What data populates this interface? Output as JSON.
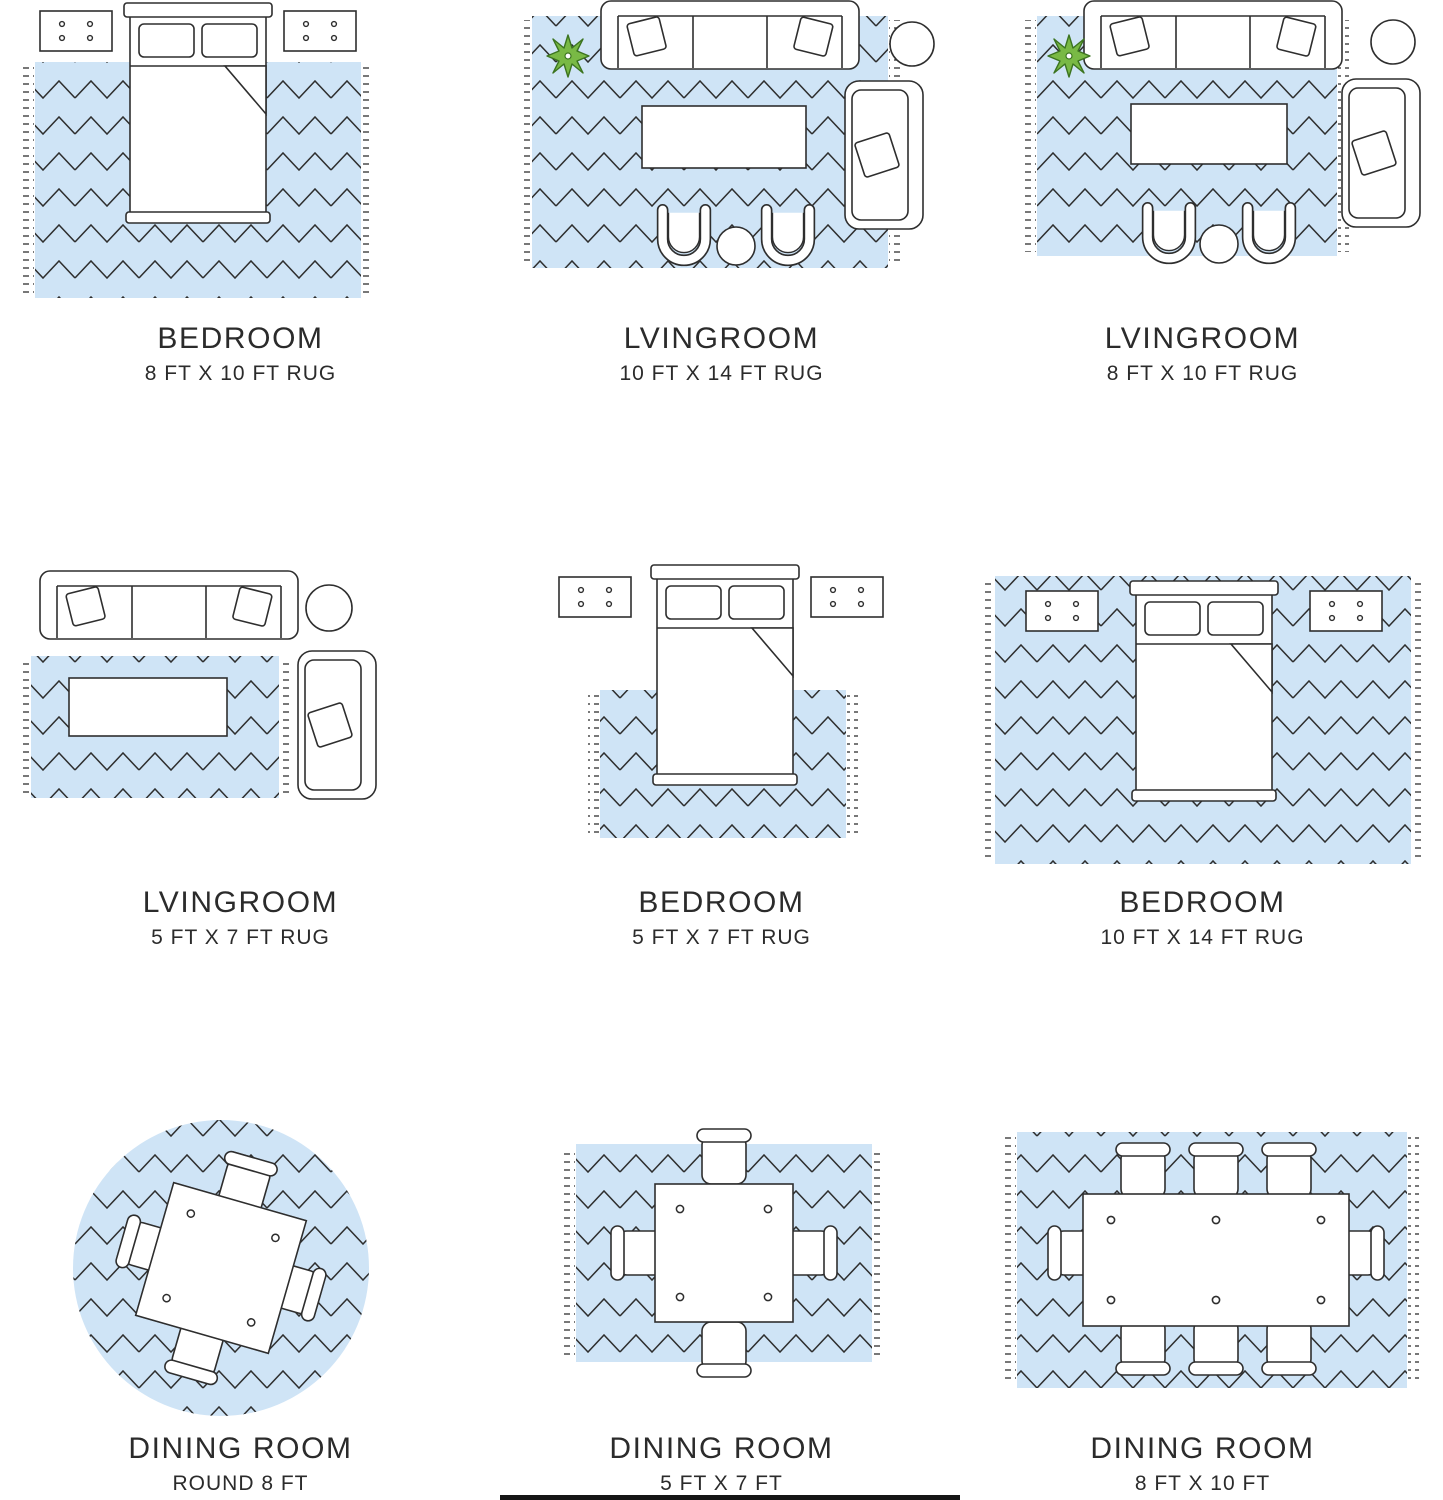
{
  "theme": {
    "bg": "#ffffff",
    "rug": "#cfe4f6",
    "line": "#2e2e2e",
    "text": "#2b2b2b",
    "plant": "#79b945",
    "plant_line": "#3c7420"
  },
  "cells": [
    {
      "id": "bedroom-8x10",
      "title": "BEDROOM",
      "size": "8 FT X 10 FT RUG",
      "furniture": [
        "8x10 rug",
        "bed",
        "2 nightstands"
      ]
    },
    {
      "id": "livingroom-10x14",
      "title": "LVINGROOM",
      "size": "10 FT X 14 FT RUG",
      "furniture": [
        "10x14 rug",
        "sofa",
        "coffee table",
        "2 barrel chairs",
        "round side table",
        "accent chair",
        "plant"
      ]
    },
    {
      "id": "livingroom-8x10",
      "title": "LVINGROOM",
      "size": "8 FT X 10 FT RUG",
      "furniture": [
        "8x10 rug",
        "sofa",
        "coffee table",
        "2 barrel chairs",
        "round side table",
        "accent chair",
        "plant"
      ]
    },
    {
      "id": "livingroom-5x7",
      "title": "LVINGROOM",
      "size": "5 FT X 7 FT RUG",
      "furniture": [
        "5x7 rug",
        "sofa",
        "coffee table",
        "round side table",
        "accent chair"
      ]
    },
    {
      "id": "bedroom-5x7",
      "title": "BEDROOM",
      "size": "5 FT X 7 FT RUG",
      "furniture": [
        "5x7 rug",
        "bed",
        "2 nightstands"
      ]
    },
    {
      "id": "bedroom-10x14",
      "title": "BEDROOM",
      "size": "10 FT X 14 FT RUG",
      "furniture": [
        "10x14 rug",
        "bed",
        "2 nightstands"
      ]
    },
    {
      "id": "diningroom-round-8",
      "title": "DINING ROOM",
      "size": "ROUND 8 FT",
      "furniture": [
        "round 8 ft rug",
        "square table",
        "4 chairs"
      ]
    },
    {
      "id": "diningroom-5x7",
      "title": "DINING ROOM",
      "size": "5 FT X 7 FT",
      "furniture": [
        "5x7 rug",
        "square table",
        "4 chairs"
      ]
    },
    {
      "id": "diningroom-8x10",
      "title": "DINING ROOM",
      "size": "8 FT X 10 FT",
      "furniture": [
        "8x10 rug",
        "rectangular table",
        "8 chairs"
      ]
    }
  ]
}
